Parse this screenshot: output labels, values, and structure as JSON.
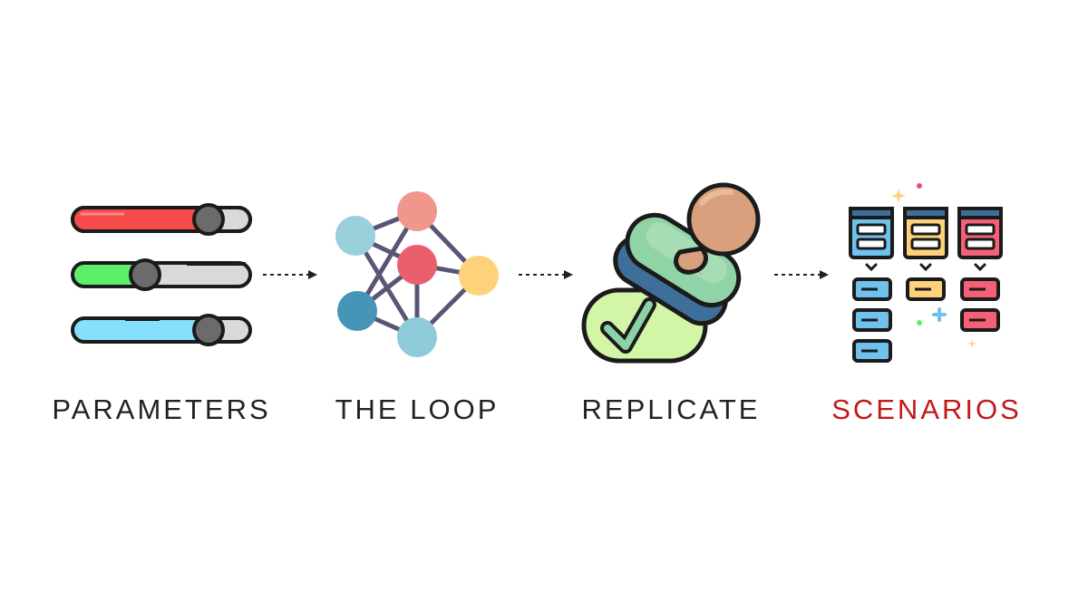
{
  "steps": [
    {
      "label": "PARAMETERS",
      "icon": "sliders-icon"
    },
    {
      "label": "THE LOOP",
      "icon": "network-icon"
    },
    {
      "label": "REPLICATE",
      "icon": "stamp-icon"
    },
    {
      "label": "SCENARIOS",
      "icon": "kanban-board-icon"
    }
  ],
  "colors": {
    "label": "#222222",
    "label_highlight": "#c31818",
    "outline": "#1b1b1b",
    "red": "#f54b4b",
    "green": "#5cf06a",
    "blue": "#86e0fb",
    "knob": "#6b6b6b",
    "track": "#d9d9d9"
  }
}
